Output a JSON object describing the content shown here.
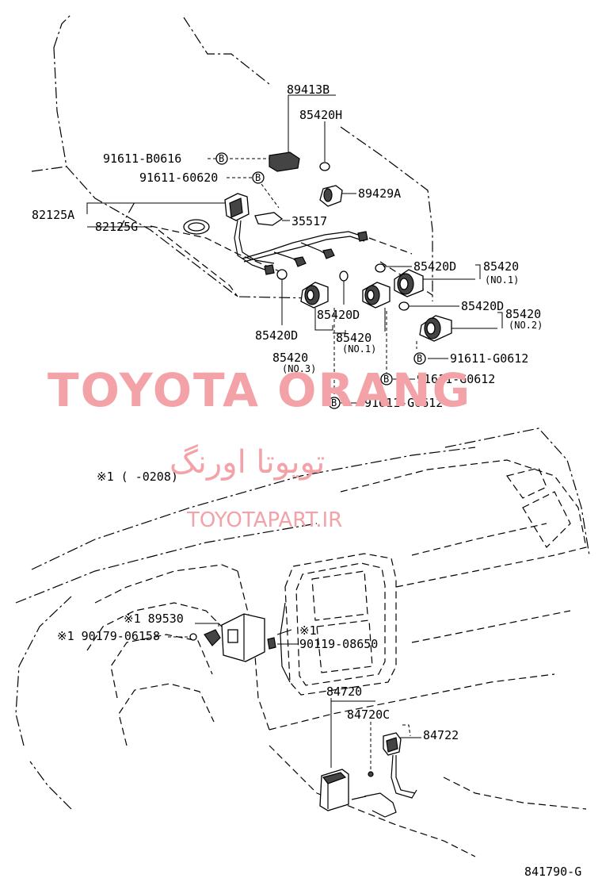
{
  "labels": {
    "p89413B": "89413B",
    "p85420H": "85420H",
    "p91611B0616": "91611-B0616",
    "p9161160620": "91611-60620",
    "p89429A": "89429A",
    "p82125A": "82125A",
    "p82125G": "82125G",
    "p35517": "35517",
    "p85420D_a": "85420D",
    "p85420_a": "85420",
    "no1_a": "(NO.1)",
    "p85420D_b": "85420D",
    "p85420_b": "85420",
    "no2": "(NO.2)",
    "p91611G0612_a": "91611-G0612",
    "p85420D_c": "85420D",
    "p85420_c": "85420",
    "no1_c": "(NO.1)",
    "p85420D_d": "85420D",
    "p85420_d": "85420",
    "no3": "(NO.3)",
    "p91611G0612_b": "91611-G0612",
    "p91611G0612_c": "91611-G0612",
    "note1": "※1 (       -0208)",
    "p89530": "※1 89530",
    "p9017906158": "※1 90179-06158",
    "mark1": "※1",
    "p9011908650": "90119-08650",
    "p84720": "84720",
    "p84720C": "84720C",
    "p84722": "84722",
    "bolt_b": "B",
    "diagram_code": "841790-G"
  },
  "watermark": {
    "main": "TOYOTA ORANG",
    "persian": "تویوتا اورنگ",
    "url": "TOYOTAPART.IR"
  },
  "colors": {
    "line": "#000000",
    "watermark": "#f3a3a8",
    "background": "#ffffff"
  }
}
